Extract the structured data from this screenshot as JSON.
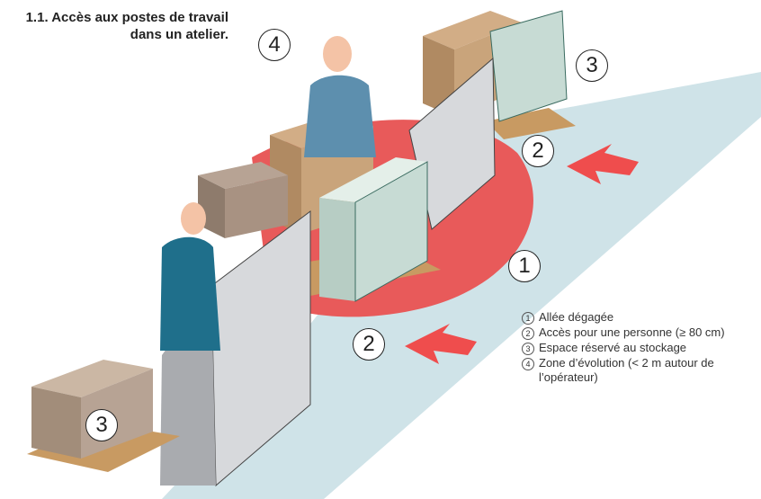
{
  "figure": {
    "title_line1": "1.1. Accès aux postes de travail",
    "title_line2": "dans un atelier."
  },
  "callouts": {
    "top_left": "4",
    "top_right": "3",
    "right_upper": "2",
    "center_right": "1",
    "center_lower": "2",
    "bottom_left": "3"
  },
  "legend": {
    "items": [
      {
        "num": "1",
        "text": "Allée dégagée"
      },
      {
        "num": "2",
        "text": "Accès pour une personne (≥ 80 cm)"
      },
      {
        "num": "3",
        "text": "Espace réservé au stockage"
      },
      {
        "num": "4",
        "text": "Zone d’évolution (< 2 m autour de l’opérateur)"
      }
    ]
  },
  "colors": {
    "aisle": "#cfe3e8",
    "evolution_zone": "#e85a5a",
    "arrow": "#ef4d4d",
    "pallet": "#c89a62",
    "crate": "#b89a78",
    "box_light": "#c7dbd4",
    "screen": "#d7d9dc",
    "worker_shirt": "#5d8fae",
    "worker_skin": "#f4c3a6"
  }
}
